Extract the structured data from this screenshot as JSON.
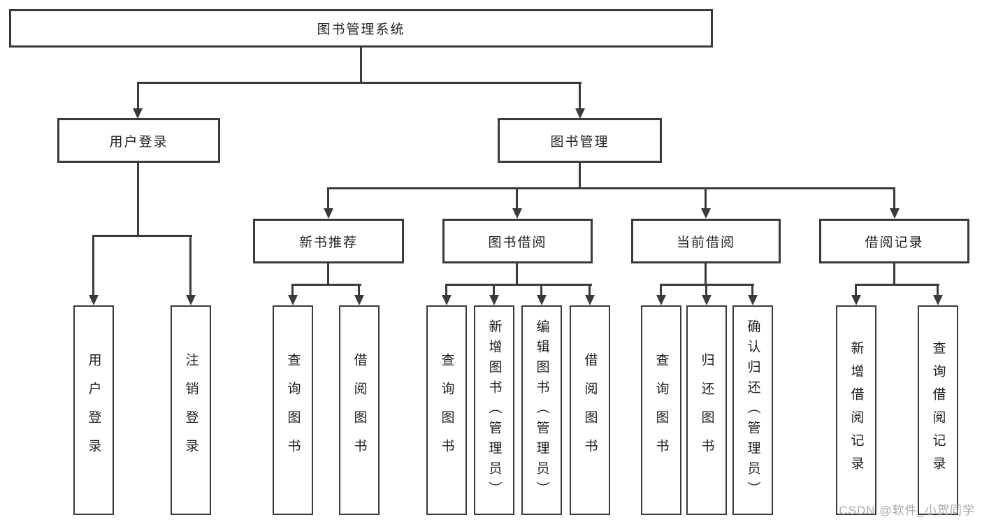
{
  "root": {
    "label": "图书管理系统"
  },
  "level2": {
    "user_login": {
      "label": "用户登录"
    },
    "book_mgmt": {
      "label": "图书管理"
    }
  },
  "level3": {
    "new_books": {
      "label": "新书推荐"
    },
    "borrowing": {
      "label": "图书借阅"
    },
    "current": {
      "label": "当前借阅"
    },
    "records": {
      "label": "借阅记录"
    }
  },
  "leaves": {
    "user_login_children": [
      {
        "label": "用户登录"
      },
      {
        "label": "注销登录"
      }
    ],
    "new_books_children": [
      {
        "label": "查询图书"
      },
      {
        "label": "借阅图书"
      }
    ],
    "borrowing_children": [
      {
        "label": "查询图书"
      },
      {
        "label": "新增图书（管理员）"
      },
      {
        "label": "编辑图书（管理员）"
      },
      {
        "label": "借阅图书"
      }
    ],
    "current_children": [
      {
        "label": "查询图书"
      },
      {
        "label": "归还图书"
      },
      {
        "label": "确认归还（管理员）"
      }
    ],
    "records_children": [
      {
        "label": "新增借阅记录"
      },
      {
        "label": "查询借阅记录"
      }
    ]
  },
  "watermark": {
    "text": "CSDN @软件_小贺同学"
  },
  "colors": {
    "line": "#3a3a3a",
    "text": "#1f1f1f",
    "watermark": "#a8a8a8",
    "background": "#ffffff"
  }
}
